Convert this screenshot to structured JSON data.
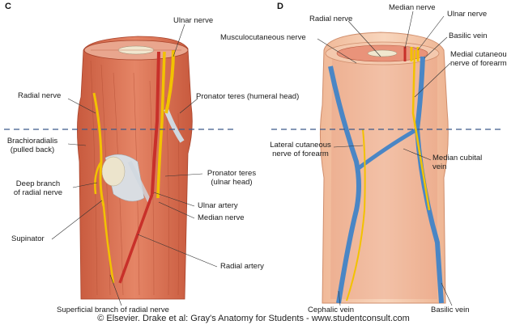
{
  "panels": {
    "c": "C",
    "d": "D"
  },
  "labels_c": {
    "ulnar_nerve": "Ulnar nerve",
    "pronator_teres_humeral": "Pronator teres (humeral head)",
    "radial_nerve": "Radial nerve",
    "brachioradialis_1": "Brachioradialis",
    "brachioradialis_2": "(pulled back)",
    "deep_branch_1": "Deep branch",
    "deep_branch_2": "of radial nerve",
    "pronator_teres_ulnar_1": "Pronator teres",
    "pronator_teres_ulnar_2": "(ulnar head)",
    "ulnar_artery": "Ulnar artery",
    "median_nerve": "Median nerve",
    "supinator": "Supinator",
    "radial_artery": "Radial artery",
    "superficial_branch": "Superficial branch of radial nerve"
  },
  "labels_d": {
    "median_nerve": "Median nerve",
    "radial_nerve": "Radial nerve",
    "ulnar_nerve": "Ulnar nerve",
    "musculocutaneous": "Musculocutaneous nerve",
    "basilic_vein_top": "Basilic vein",
    "medial_cut_1": "Medial cutaneous",
    "medial_cut_2": "nerve of forearm",
    "lateral_cut_1": "Lateral cutaneous",
    "lateral_cut_2": "nerve of forearm",
    "median_cubital_1": "Median cubital",
    "median_cubital_2": "vein",
    "cephalic_vein": "Cephalic vein",
    "basilic_vein_bottom": "Basilic vein"
  },
  "credit": "© Elsevier. Drake et al: Gray's Anatomy for Students - www.studentconsult.com",
  "colors": {
    "muscle": "#e07a5c",
    "muscle_dark": "#c9573c",
    "skin": "#f3c6a6",
    "nerve": "#f2c200",
    "artery": "#c8302a",
    "vein": "#4a86c5",
    "tendon": "#cfd8e0",
    "dashed": "#3c5a8a"
  }
}
